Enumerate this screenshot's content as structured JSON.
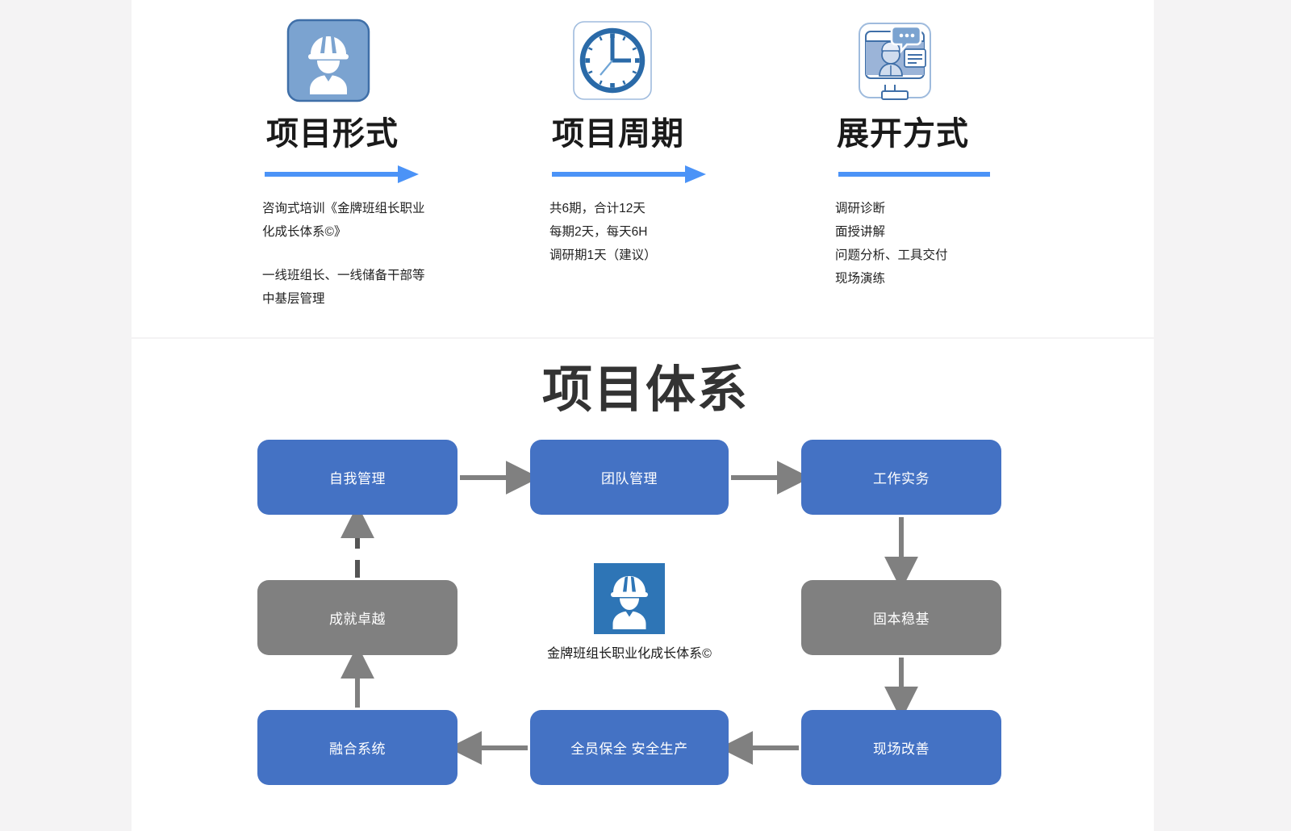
{
  "theme": {
    "page_background": "#f4f3f4",
    "panel_background": "#ffffff",
    "accent_blue": "#4b93f7",
    "node_blue": "#4472c4",
    "node_gray": "#808080",
    "brand_blue": "#2e75b6",
    "arrow_gray": "#808080",
    "title_color": "#333333"
  },
  "features": [
    {
      "icon": "construction-worker-icon",
      "icon_bg": "#7ba3d0",
      "title": "项目形式",
      "rule_style": "arrow",
      "paragraphs": [
        [
          "咨询式培训《金牌班组长职业",
          "化成长体系©》"
        ],
        [
          "一线班组长、一线储备干部等",
          "中基层管理"
        ]
      ]
    },
    {
      "icon": "clock-icon",
      "icon_bg": "#ffffff",
      "title": "项目周期",
      "rule_style": "arrow",
      "paragraphs": [
        [
          "共6期，合计12天",
          "每期2天，每天6H",
          "调研期1天（建议）"
        ]
      ]
    },
    {
      "icon": "online-presentation-icon",
      "icon_bg": "#ffffff",
      "title": "展开方式",
      "rule_style": "plain",
      "paragraphs": [
        [
          "调研诊断",
          "面授讲解",
          "问题分析、工具交付",
          "现场演练"
        ]
      ]
    }
  ],
  "system": {
    "title": "项目体系",
    "brand": {
      "icon": "construction-worker-icon",
      "caption": "金牌班组长职业化成长体系©"
    },
    "nodes": [
      {
        "id": "n1",
        "label": "自我管理",
        "color": "blue"
      },
      {
        "id": "n2",
        "label": "团队管理",
        "color": "blue"
      },
      {
        "id": "n3",
        "label": "工作实务",
        "color": "blue"
      },
      {
        "id": "n4",
        "label": "固本稳基",
        "color": "gray"
      },
      {
        "id": "n5",
        "label": "现场改善",
        "color": "blue"
      },
      {
        "id": "n6",
        "label": "全员保全 安全生产",
        "color": "blue"
      },
      {
        "id": "n7",
        "label": "融合系统",
        "color": "blue"
      },
      {
        "id": "n8",
        "label": "成就卓越",
        "color": "gray"
      }
    ],
    "connections": [
      {
        "from": "n1",
        "to": "n2",
        "style": "solid",
        "direction": "right"
      },
      {
        "from": "n2",
        "to": "n3",
        "style": "solid",
        "direction": "right"
      },
      {
        "from": "n3",
        "to": "n4",
        "style": "solid",
        "direction": "down"
      },
      {
        "from": "n4",
        "to": "n5",
        "style": "solid",
        "direction": "down"
      },
      {
        "from": "n5",
        "to": "n6",
        "style": "solid",
        "direction": "left"
      },
      {
        "from": "n6",
        "to": "n7",
        "style": "solid",
        "direction": "left"
      },
      {
        "from": "n7",
        "to": "n8",
        "style": "solid",
        "direction": "up"
      },
      {
        "from": "n8",
        "to": "n1",
        "style": "dashed",
        "direction": "up"
      }
    ]
  }
}
